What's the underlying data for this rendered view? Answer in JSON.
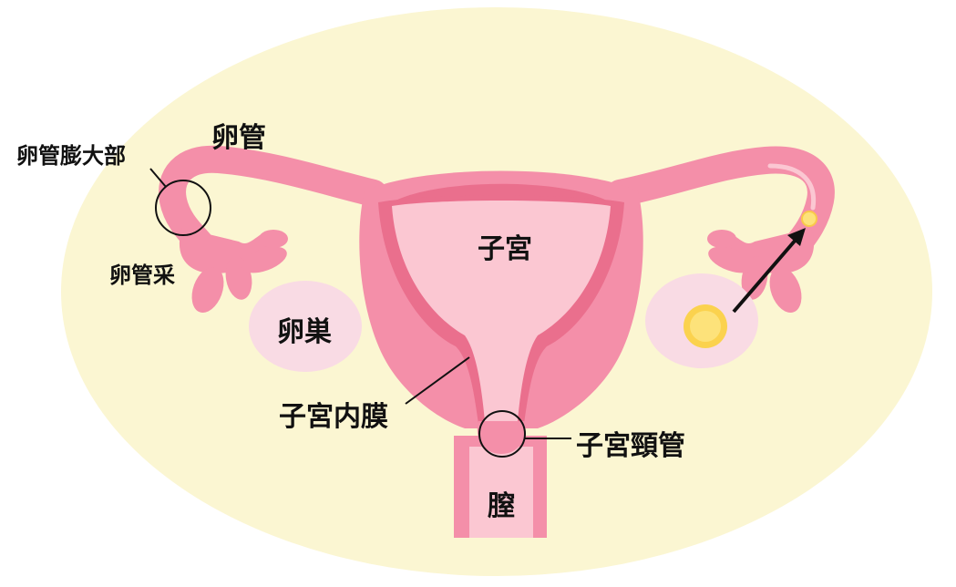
{
  "labels": {
    "oviduct": "卵管",
    "ampulla": "卵管膨大部",
    "fimbria": "卵管采",
    "ovary": "卵巣",
    "uterus": "子宮",
    "endometrium": "子宮内膜",
    "cervical_canal": "子宮頸管",
    "vagina": "膣"
  },
  "colors": {
    "background_ellipse": "#fbf6d2",
    "organ_pink": "#f48fa9",
    "organ_light": "#fbc7d2",
    "ovary_fill": "#f9dbe4",
    "egg": "#fde27a"
  }
}
